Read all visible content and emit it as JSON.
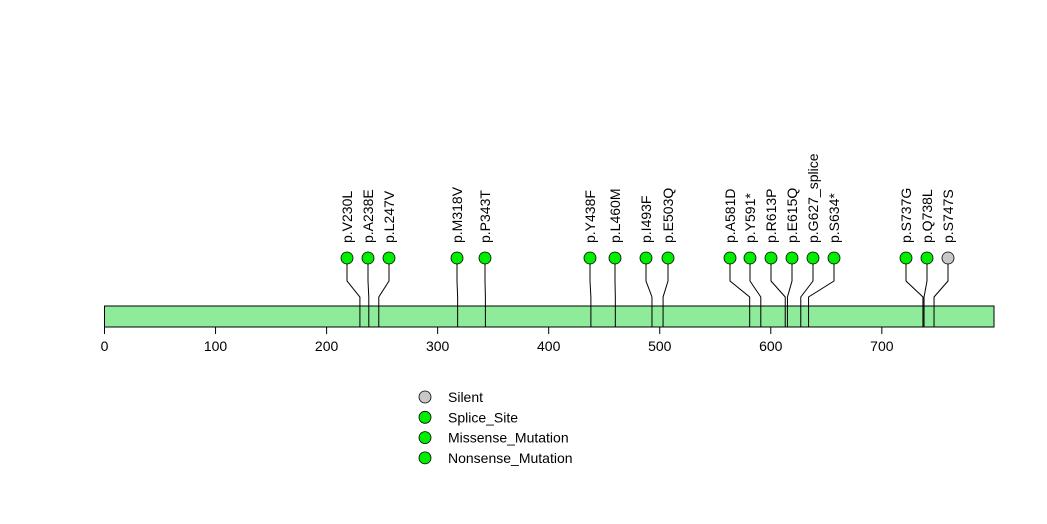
{
  "chart_data": {
    "type": "lollipop",
    "protein_length": 801,
    "xlim": [
      0,
      801
    ],
    "x_ticks": [
      0,
      100,
      200,
      300,
      400,
      500,
      600,
      700
    ],
    "colors": {
      "bar": "#8DEB9A",
      "Silent": "#C8C8C8",
      "Splice_Site": "#00EE00",
      "Missense_Mutation": "#00EE00",
      "Nonsense_Mutation": "#00EE00"
    },
    "mutations": [
      {
        "label": "p.V230L",
        "position": 230,
        "type": "Missense_Mutation"
      },
      {
        "label": "p.A238E",
        "position": 238,
        "type": "Missense_Mutation"
      },
      {
        "label": "p.L247V",
        "position": 247,
        "type": "Missense_Mutation"
      },
      {
        "label": "p.M318V",
        "position": 318,
        "type": "Missense_Mutation"
      },
      {
        "label": "p.P343T",
        "position": 343,
        "type": "Missense_Mutation"
      },
      {
        "label": "p.Y438F",
        "position": 438,
        "type": "Missense_Mutation"
      },
      {
        "label": "p.L460M",
        "position": 460,
        "type": "Missense_Mutation"
      },
      {
        "label": "p.I493F",
        "position": 493,
        "type": "Missense_Mutation"
      },
      {
        "label": "p.E503Q",
        "position": 503,
        "type": "Missense_Mutation"
      },
      {
        "label": "p.A581D",
        "position": 581,
        "type": "Missense_Mutation"
      },
      {
        "label": "p.Y591*",
        "position": 591,
        "type": "Nonsense_Mutation"
      },
      {
        "label": "p.R613P",
        "position": 613,
        "type": "Missense_Mutation"
      },
      {
        "label": "p.E615Q",
        "position": 615,
        "type": "Missense_Mutation"
      },
      {
        "label": "p.G627_splice",
        "position": 627,
        "type": "Splice_Site"
      },
      {
        "label": "p.S634*",
        "position": 634,
        "type": "Nonsense_Mutation"
      },
      {
        "label": "p.S737G",
        "position": 737,
        "type": "Missense_Mutation"
      },
      {
        "label": "p.Q738L",
        "position": 738,
        "type": "Missense_Mutation"
      },
      {
        "label": "p.S747S",
        "position": 747,
        "type": "Silent"
      }
    ],
    "legend": [
      "Silent",
      "Splice_Site",
      "Missense_Mutation",
      "Nonsense_Mutation"
    ],
    "legend_placement": "bottom-center"
  }
}
